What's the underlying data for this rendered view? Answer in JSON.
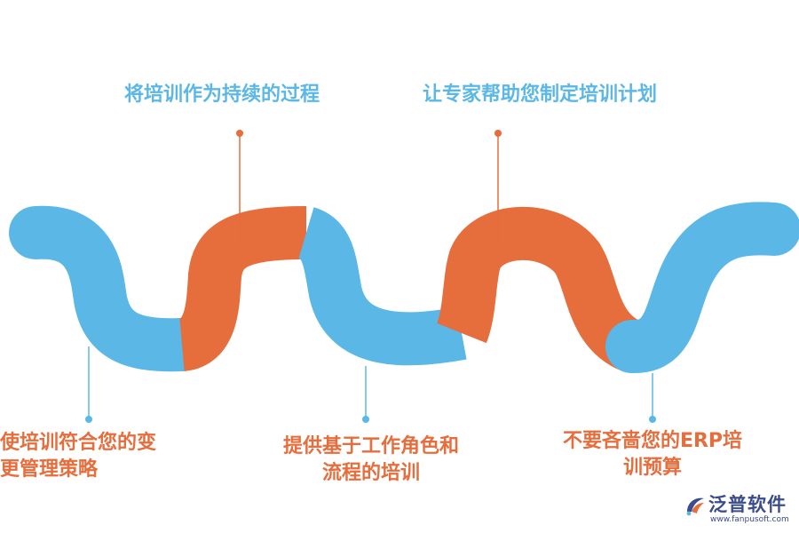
{
  "diagram": {
    "steps": [
      {
        "lines": [
          "使培训符合您的变",
          "更管理策略"
        ],
        "position": "bottom",
        "color": "#5bb8e6"
      },
      {
        "lines": [
          "将培训作为持续的过程"
        ],
        "position": "top",
        "color": "#e66d3c"
      },
      {
        "lines": [
          "提供基于工作角色和",
          "流程的培训"
        ],
        "position": "bottom",
        "color": "#5bb8e6"
      },
      {
        "lines": [
          "让专家帮助您制定培训计划"
        ],
        "position": "top",
        "color": "#e66d3c"
      },
      {
        "lines": [
          "不要吝啬您的ERP培",
          "训预算"
        ],
        "position": "bottom",
        "color": "#5bb8e6"
      }
    ],
    "colors": {
      "blue": "#5bb8e6",
      "orange": "#e66d3c",
      "top_label_text": "#5bb8e6",
      "bottom_label_text": "#e66d3c"
    }
  },
  "logo": {
    "name": "泛普软件",
    "url": "www.fanpusoft.com",
    "color": "#3a4c8a"
  }
}
